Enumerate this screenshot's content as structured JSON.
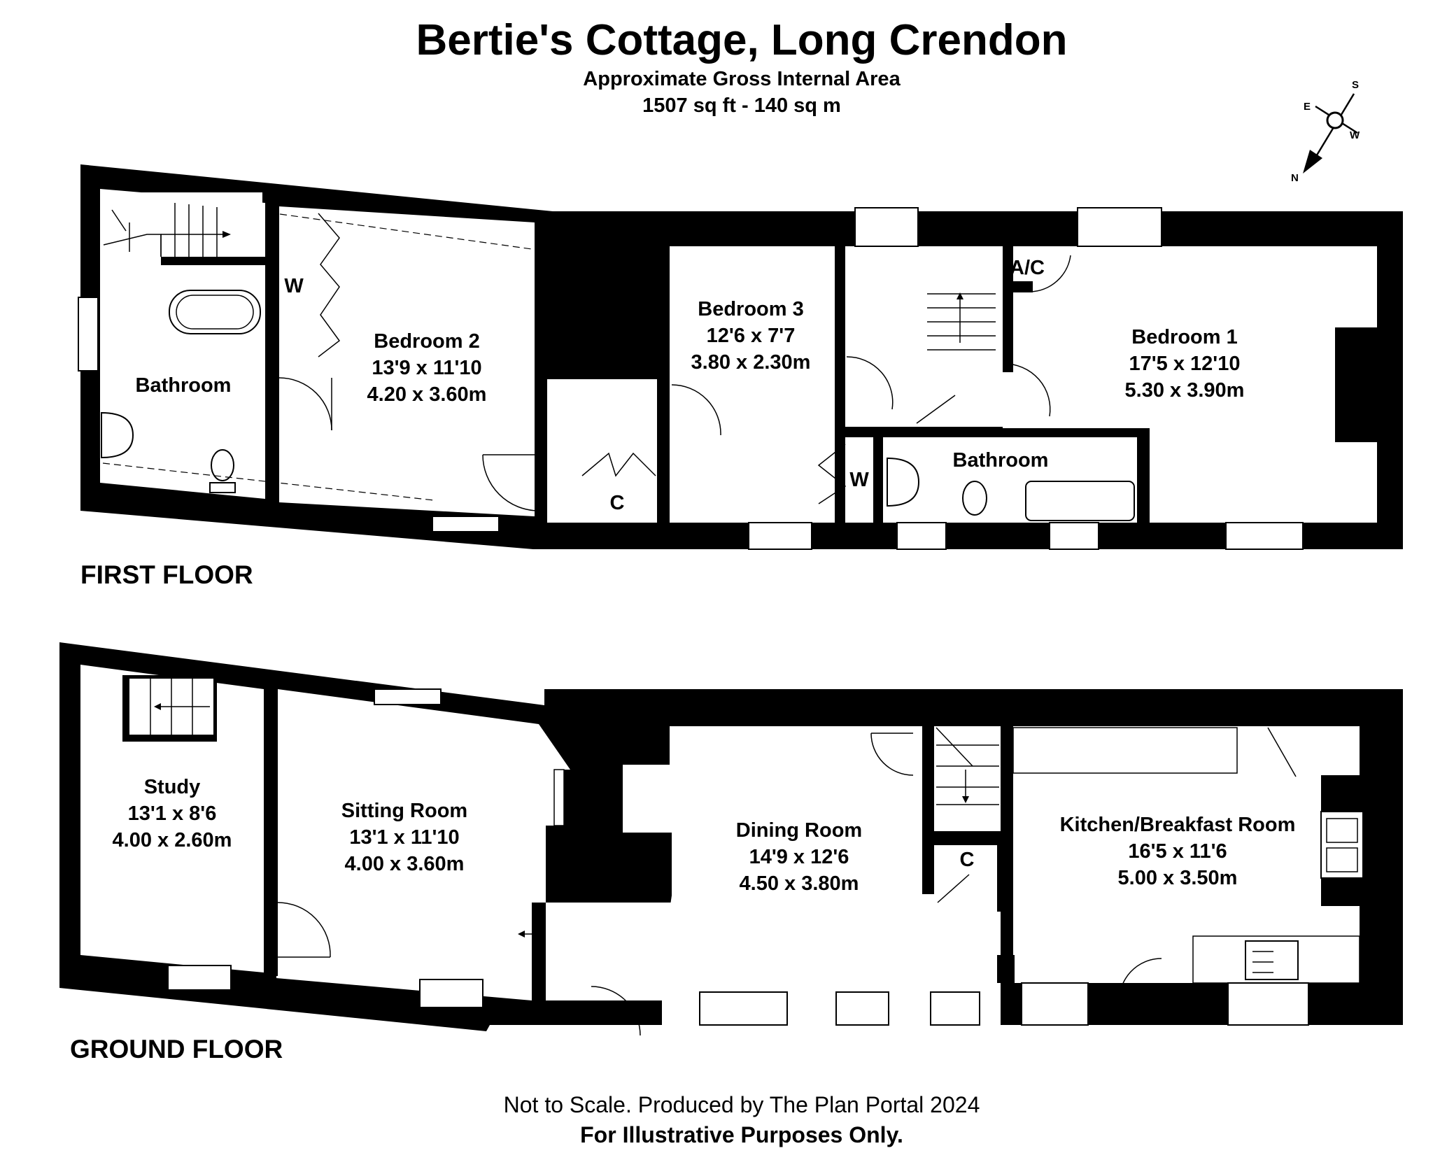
{
  "title": "Bertie's Cottage, Long Crendon",
  "subtitle_1": "Approximate Gross Internal Area",
  "subtitle_2": "1507 sq ft - 140 sq m",
  "compass": {
    "n": "N",
    "s": "S",
    "e": "E",
    "w": "W",
    "icon": "compass-rose-icon"
  },
  "floors": {
    "first": {
      "label": "FIRST FLOOR",
      "rooms": {
        "bathroom_left": {
          "name": "Bathroom"
        },
        "bedroom2": {
          "name": "Bedroom 2",
          "imperial": "13'9 x 11'10",
          "metric": "4.20 x 3.60m"
        },
        "bedroom3": {
          "name": "Bedroom 3",
          "imperial": "12'6 x 7'7",
          "metric": "3.80 x 2.30m"
        },
        "bedroom1": {
          "name": "Bedroom 1",
          "imperial": "17'5 x 12'10",
          "metric": "5.30 x 3.90m"
        },
        "bathroom_right": {
          "name": "Bathroom"
        }
      },
      "marks": {
        "wardrobe_left": "W",
        "cupboard": "C",
        "wardrobe_right": "W",
        "airing_cupboard": "A/C"
      }
    },
    "ground": {
      "label": "GROUND FLOOR",
      "rooms": {
        "study": {
          "name": "Study",
          "imperial": "13'1 x 8'6",
          "metric": "4.00 x 2.60m"
        },
        "sitting": {
          "name": "Sitting Room",
          "imperial": "13'1 x 11'10",
          "metric": "4.00 x 3.60m"
        },
        "dining": {
          "name": "Dining Room",
          "imperial": "14'9 x 12'6",
          "metric": "4.50 x 3.80m"
        },
        "kitchen": {
          "name": "Kitchen/Breakfast Room",
          "imperial": "16'5 x 11'6",
          "metric": "5.00 x 3.50m"
        }
      },
      "marks": {
        "cupboard": "C"
      }
    }
  },
  "footer": {
    "line1": "Not to Scale. Produced by The Plan Portal 2024",
    "line2": "For Illustrative Purposes Only."
  }
}
